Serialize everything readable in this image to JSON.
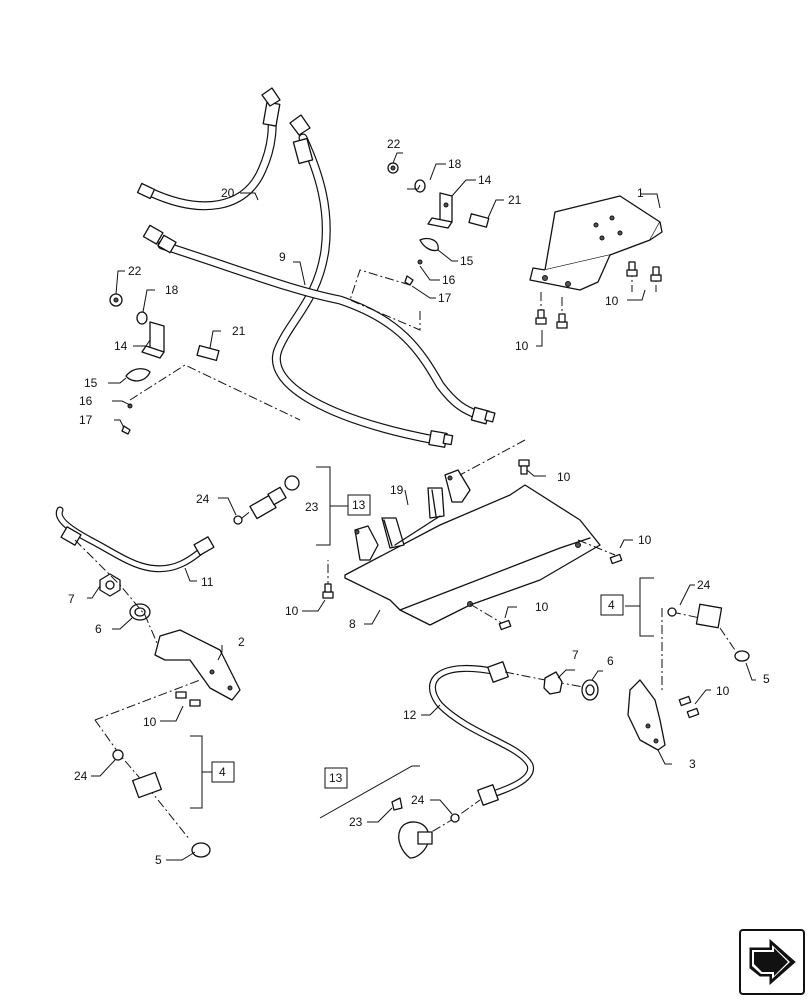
{
  "callouts": [
    {
      "id": "c1",
      "text": "1"
    },
    {
      "id": "c2",
      "text": "2"
    },
    {
      "id": "c3",
      "text": "3"
    },
    {
      "id": "c4a",
      "text": "4"
    },
    {
      "id": "c4b",
      "text": "4"
    },
    {
      "id": "c5a",
      "text": "5"
    },
    {
      "id": "c5b",
      "text": "5"
    },
    {
      "id": "c6a",
      "text": "6"
    },
    {
      "id": "c6b",
      "text": "6"
    },
    {
      "id": "c7a",
      "text": "7"
    },
    {
      "id": "c7b",
      "text": "7"
    },
    {
      "id": "c8",
      "text": "8"
    },
    {
      "id": "c9",
      "text": "9"
    },
    {
      "id": "c10a",
      "text": "10"
    },
    {
      "id": "c10b",
      "text": "10"
    },
    {
      "id": "c10c",
      "text": "10"
    },
    {
      "id": "c10d",
      "text": "10"
    },
    {
      "id": "c10e",
      "text": "10"
    },
    {
      "id": "c10f",
      "text": "10"
    },
    {
      "id": "c10g",
      "text": "10"
    },
    {
      "id": "c10h",
      "text": "10"
    },
    {
      "id": "c11",
      "text": "11"
    },
    {
      "id": "c12",
      "text": "12"
    },
    {
      "id": "c13a",
      "text": "13"
    },
    {
      "id": "c13b",
      "text": "13"
    },
    {
      "id": "c14a",
      "text": "14"
    },
    {
      "id": "c14b",
      "text": "14"
    },
    {
      "id": "c15a",
      "text": "15"
    },
    {
      "id": "c15b",
      "text": "15"
    },
    {
      "id": "c16a",
      "text": "16"
    },
    {
      "id": "c16b",
      "text": "16"
    },
    {
      "id": "c17a",
      "text": "17"
    },
    {
      "id": "c17b",
      "text": "17"
    },
    {
      "id": "c18a",
      "text": "18"
    },
    {
      "id": "c18b",
      "text": "18"
    },
    {
      "id": "c19",
      "text": "19"
    },
    {
      "id": "c20",
      "text": "20"
    },
    {
      "id": "c21a",
      "text": "21"
    },
    {
      "id": "c21b",
      "text": "21"
    },
    {
      "id": "c22a",
      "text": "22"
    },
    {
      "id": "c22b",
      "text": "22"
    },
    {
      "id": "c23a",
      "text": "23"
    },
    {
      "id": "c23b",
      "text": "23"
    },
    {
      "id": "c24a",
      "text": "24"
    },
    {
      "id": "c24b",
      "text": "24"
    },
    {
      "id": "c24c",
      "text": "24"
    },
    {
      "id": "c24d",
      "text": "24"
    }
  ],
  "nav_icon": "next-page-arrow-icon"
}
